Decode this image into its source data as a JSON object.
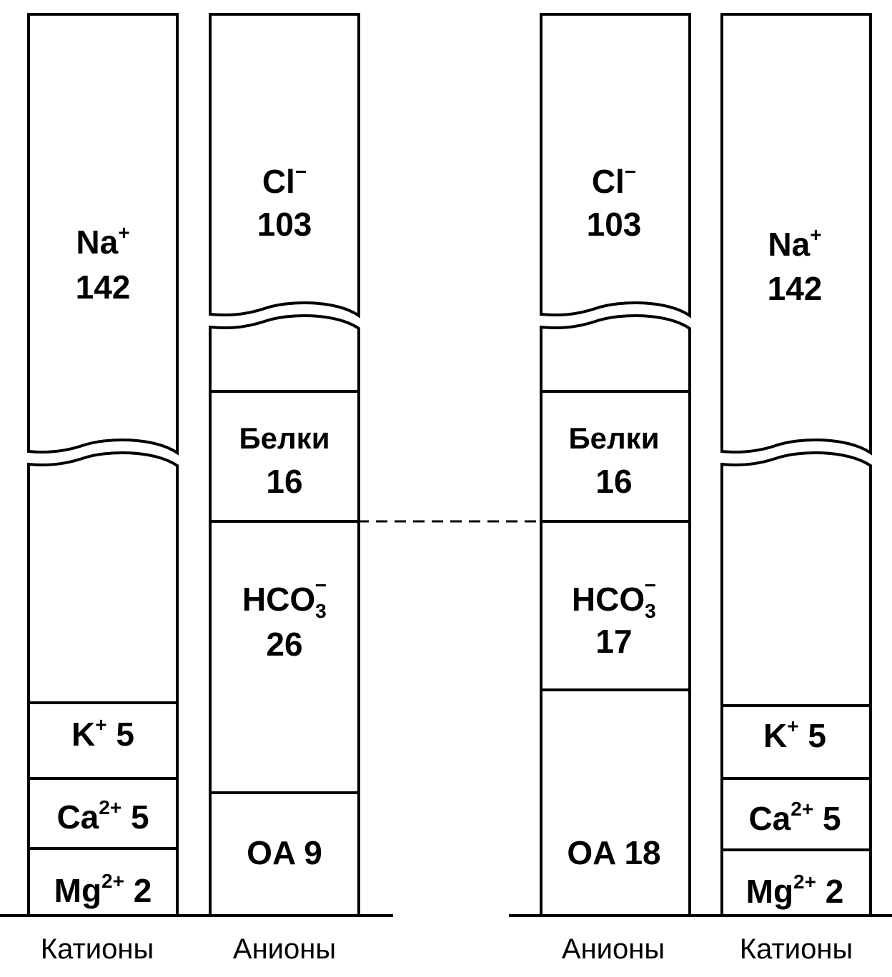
{
  "panels": [
    {
      "cations": {
        "na_label": "Na",
        "na_charge": "+",
        "na_value": "142",
        "k_label": "K",
        "k_charge": "+",
        "k_value": "5",
        "ca_label": "Ca",
        "ca_charge": "2+",
        "ca_value": "5",
        "mg_label": "Mg",
        "mg_charge": "2+",
        "mg_value": "2",
        "footer": "Катионы"
      },
      "anions": {
        "cl_label": "Cl",
        "cl_charge": "−",
        "cl_value": "103",
        "protein_label": "Белки",
        "protein_value": "16",
        "hco3_label": "HCO",
        "hco3_sub": "3",
        "hco3_charge": "−",
        "hco3_value": "26",
        "oa_label": "OA 9",
        "footer": "Анионы"
      }
    },
    {
      "anions": {
        "cl_label": "Cl",
        "cl_charge": "−",
        "cl_value": "103",
        "protein_label": "Белки",
        "protein_value": "16",
        "hco3_label": "HCO",
        "hco3_sub": "3",
        "hco3_charge": "−",
        "hco3_value": "17",
        "oa_label": "OA 18",
        "footer": "Анионы"
      },
      "cations": {
        "na_label": "Na",
        "na_charge": "+",
        "na_value": "142",
        "k_label": "K",
        "k_charge": "+",
        "k_value": "5",
        "ca_label": "Ca",
        "ca_charge": "2+",
        "ca_value": "5",
        "mg_label": "Mg",
        "mg_charge": "2+",
        "mg_value": "2",
        "footer": "Катионы"
      }
    }
  ]
}
